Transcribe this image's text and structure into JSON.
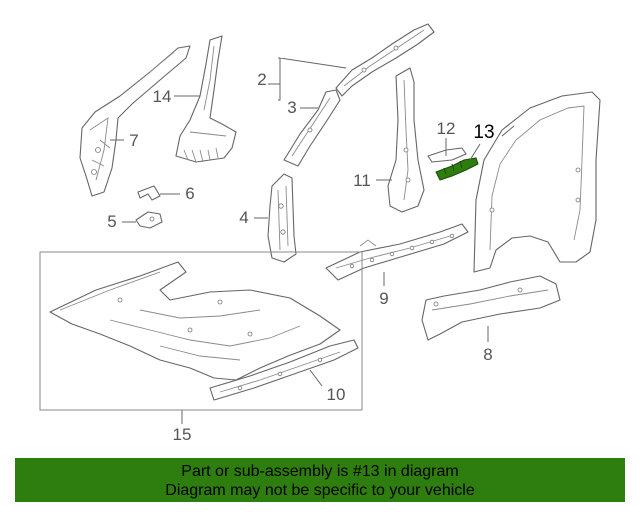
{
  "callouts": {
    "c1": "2",
    "c2": "3",
    "c3": "4",
    "c4": "5",
    "c5": "6",
    "c6": "7",
    "c7": "8",
    "c8": "9",
    "c9": "10",
    "c10": "11",
    "c11": "12",
    "c12": "13",
    "c13": "14",
    "c14": "15"
  },
  "highlight_color": "#2e7d0f",
  "banner": {
    "line1": "Part or sub-assembly is #13 in diagram",
    "line2": "Diagram may not be specific to your vehicle",
    "background": "#2e7d0f"
  }
}
